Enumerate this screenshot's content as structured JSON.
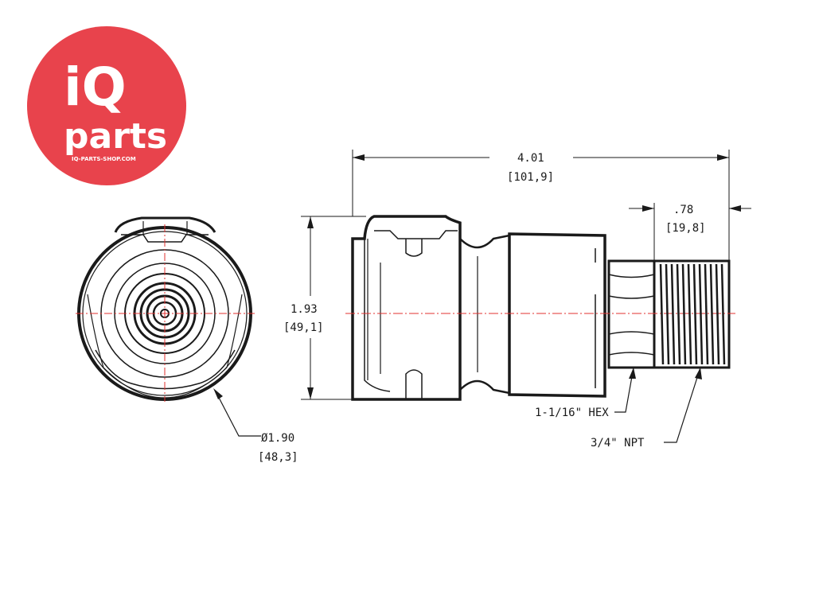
{
  "logo": {
    "brand_main": "iQ",
    "brand_sub": "parts",
    "url": "IQ-PARTS-SHOP.COM",
    "color": "#e8434c"
  },
  "dimensions": {
    "overall_length": {
      "inch": "4.01",
      "mm": "[101,9]"
    },
    "thread_length": {
      "inch": ".78",
      "mm": "[19,8]"
    },
    "height": {
      "inch": "1.93",
      "mm": "[49,1]"
    },
    "diameter": {
      "inch": "Ø1.90",
      "mm": "[48,3]"
    }
  },
  "callouts": {
    "hex": "1-1/16\" HEX",
    "npt": "3/4\" NPT"
  },
  "colors": {
    "line": "#1a1a1a",
    "centerline": "#e0302f"
  }
}
